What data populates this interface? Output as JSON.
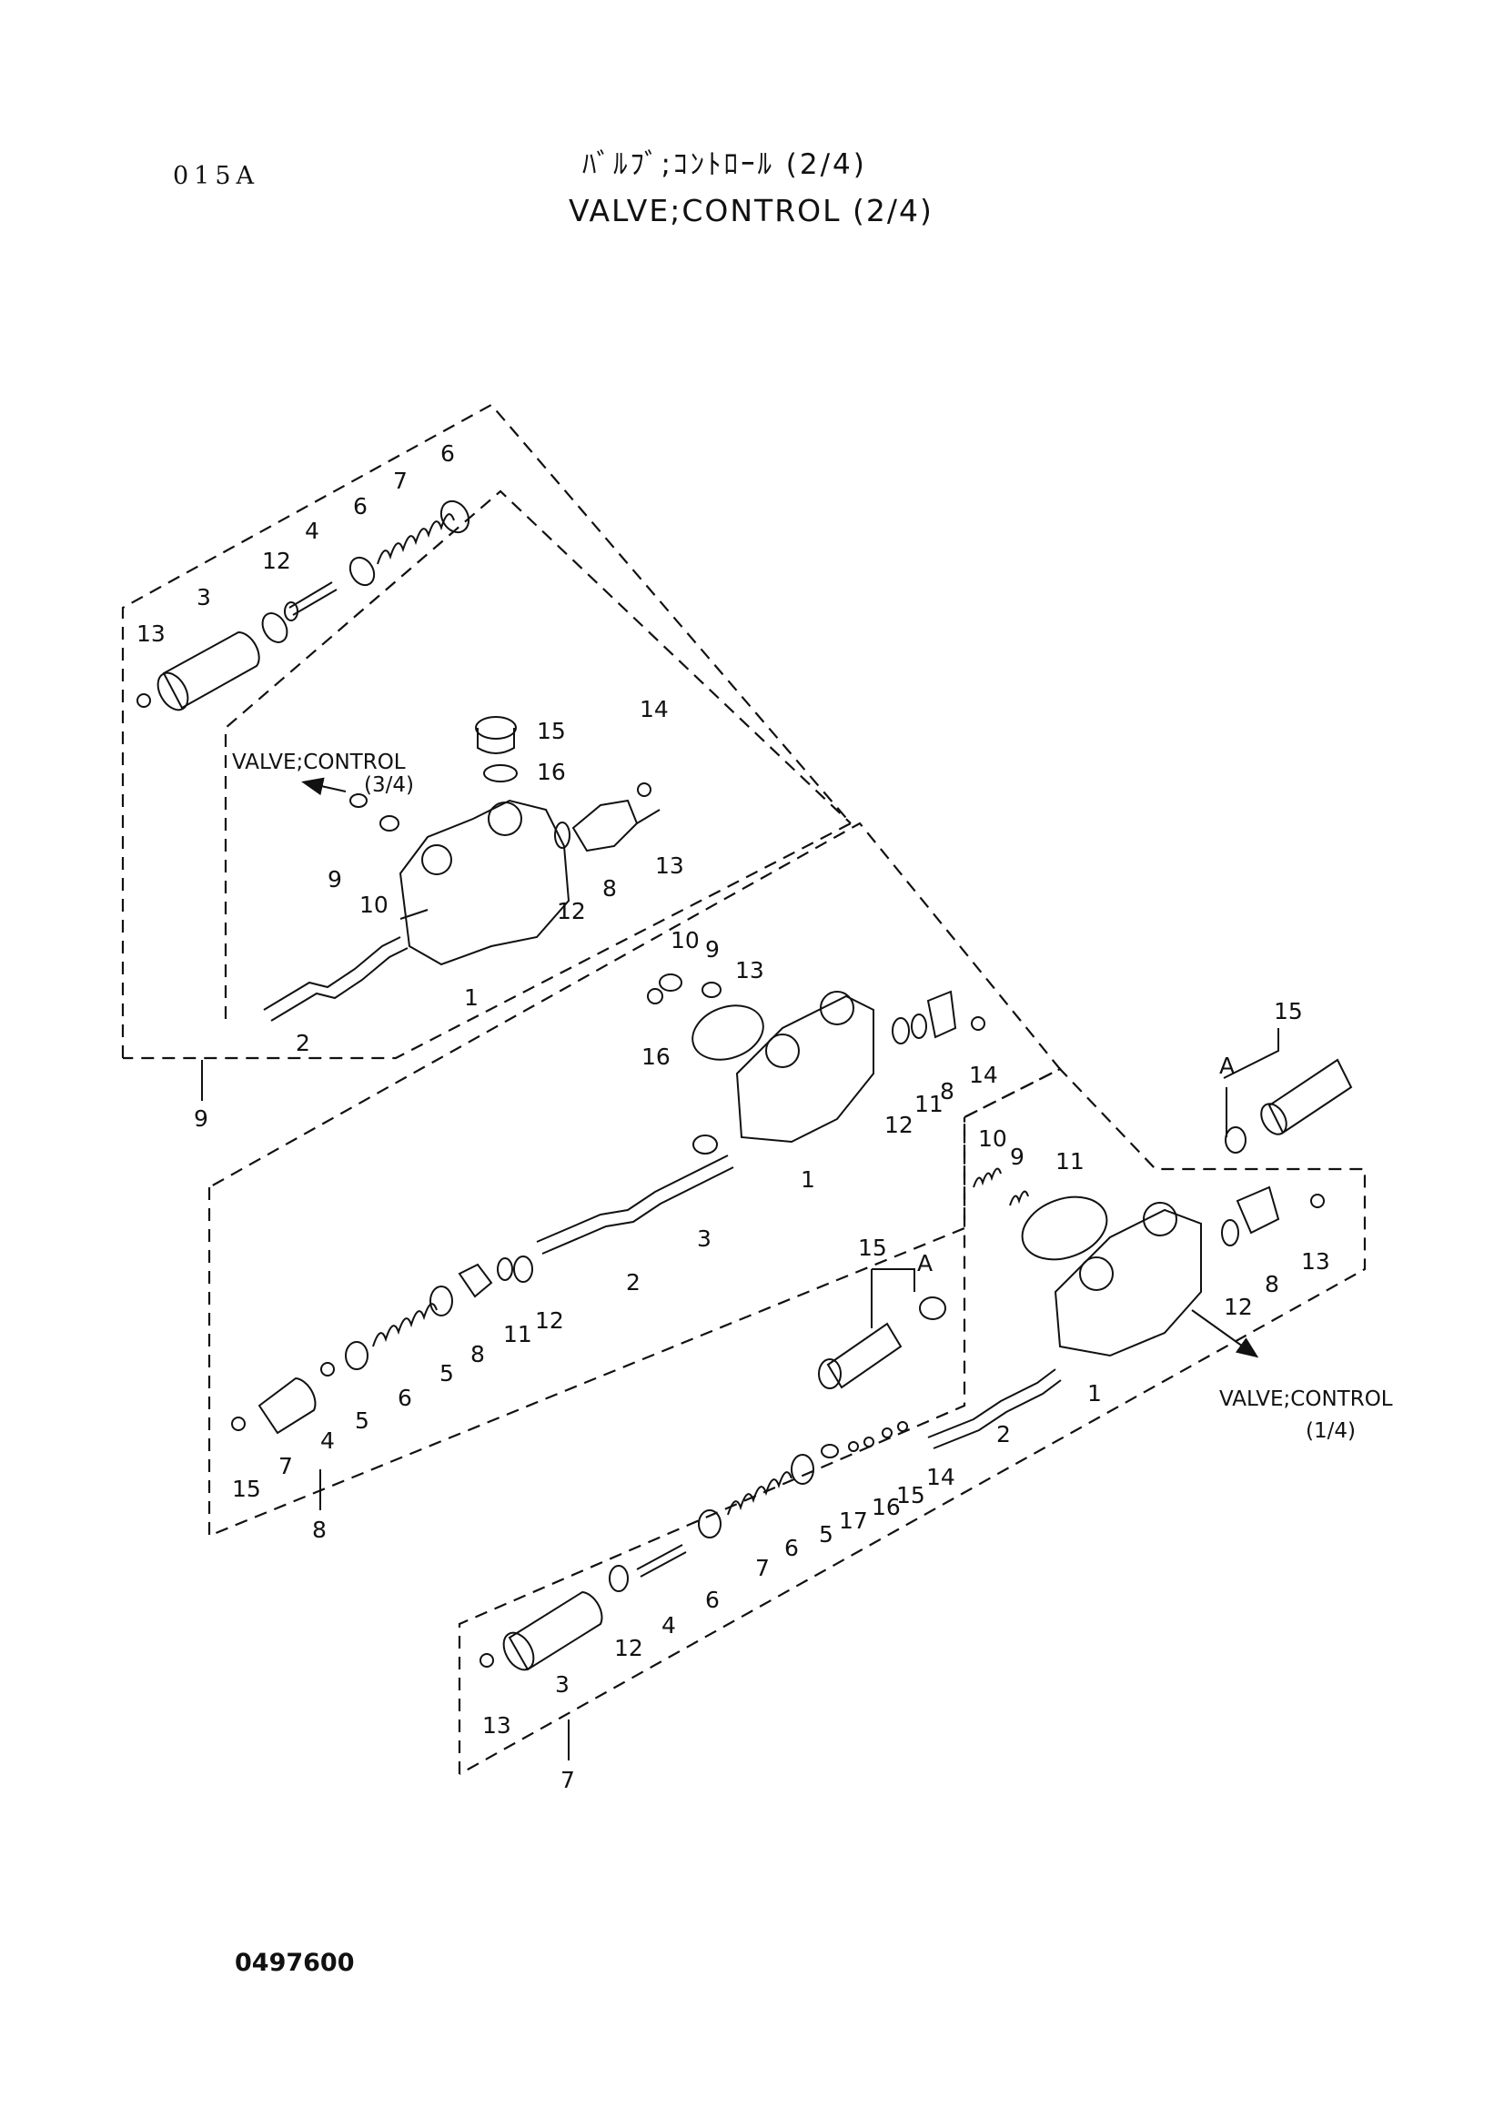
{
  "header": {
    "page_code": "015A",
    "title_jp": "ﾊﾞﾙﾌﾞ;ｺﾝﾄﾛｰﾙ (2/4)",
    "title_en": "VALVE;CONTROL (2/4)"
  },
  "footer": {
    "drawing_number": "0497600"
  },
  "references": {
    "ref_3_4_line1": "VALVE;CONTROL",
    "ref_3_4_line2": "(3/4)",
    "ref_1_4_line1": "VALVE;CONTROL",
    "ref_1_4_line2": "(1/4)"
  },
  "groups": {
    "group_9": "9",
    "group_8": "8",
    "group_7": "7"
  },
  "callouts": {
    "g9": [
      "13",
      "3",
      "12",
      "4",
      "6",
      "7",
      "6",
      "15",
      "16",
      "14",
      "9",
      "10",
      "12",
      "8",
      "13",
      "2",
      "1"
    ],
    "g8": [
      "10",
      "9",
      "13",
      "16",
      "12",
      "11",
      "8",
      "14",
      "3",
      "1",
      "2",
      "12",
      "11",
      "8",
      "5",
      "6",
      "5",
      "4",
      "7",
      "15"
    ],
    "g7": [
      "10",
      "9",
      "11",
      "15",
      "A",
      "12",
      "8",
      "13",
      "A",
      "15",
      "2",
      "1",
      "14",
      "15",
      "16",
      "17",
      "5",
      "6",
      "7",
      "6",
      "4",
      "12",
      "3",
      "13"
    ]
  }
}
